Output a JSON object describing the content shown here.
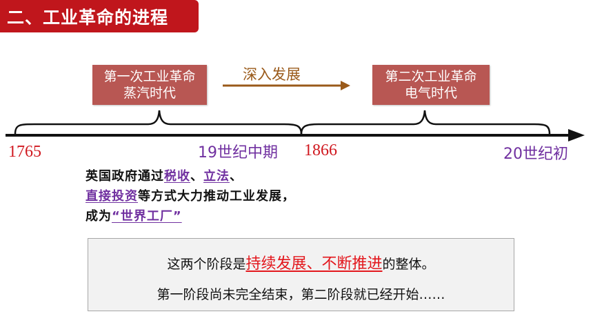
{
  "section_title": "二、工业革命的进程",
  "eras": {
    "first": {
      "line1": "第一次工业革命",
      "line2": "蒸汽时代"
    },
    "second": {
      "line1": "第二次工业革命",
      "line2": "电气时代"
    }
  },
  "arrow_label": "深入发展",
  "timeline": {
    "start": "1765",
    "mid": "19世纪中期",
    "mid2": "1866",
    "end": "20世纪初"
  },
  "policy": {
    "prefix": "英国政府通过",
    "item1": "税收",
    "sep1": "、",
    "item2": "立法",
    "sep2": "、",
    "item3": "直接投资",
    "middle": "等方式大力推动工业发展，成为",
    "item4": "“世界工厂”"
  },
  "summary": {
    "line1_prefix": "这两个阶段是",
    "line1_highlight": "持续发展、不断推进",
    "line1_suffix": "的整体。",
    "line2": "第一阶段尚未完全结束，第二阶段就已经开始……"
  },
  "colors": {
    "banner": "#c0161c",
    "era_box": "#b85753",
    "arrow": "#9a5a1a",
    "date_red": "#d0181f",
    "purple": "#7030a0"
  }
}
